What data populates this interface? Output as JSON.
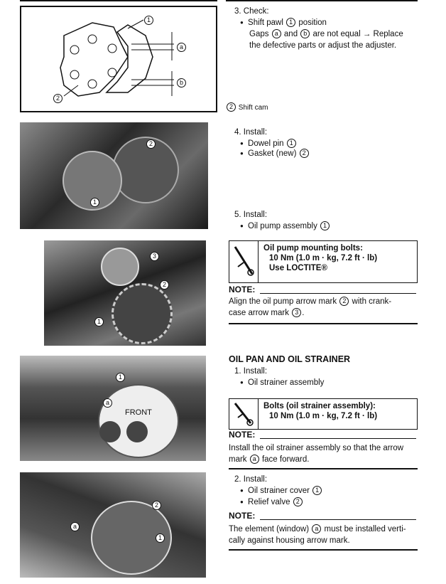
{
  "diagram": {
    "callouts": [
      "1",
      "2",
      "a",
      "b"
    ]
  },
  "step3": {
    "heading": "3. Check:",
    "bullet": "Shift pawl",
    "bullet_num": "1",
    "bullet_tail": "position",
    "para_1": "Gaps",
    "para_a": "a",
    "para_and": "and",
    "para_b": "b",
    "para_2": "are not equal → Replace",
    "para_3": "the defective parts or adjust the adjuster."
  },
  "caption": {
    "num": "2",
    "text": "Shift cam"
  },
  "step4": {
    "heading": "4. Install:",
    "item1": "Dowel pin",
    "item1_num": "1",
    "item2": "Gasket (new)",
    "item2_num": "2"
  },
  "step5": {
    "heading": "5. Install:",
    "item1": "Oil pump assembly",
    "item1_num": "1",
    "spec_line1": "Oil pump mounting bolts:",
    "spec_line2": "10 Nm (1.0 m · kg, 7.2 ft · lb)",
    "spec_line3": "Use LOCTITE®",
    "note_label": "NOTE:",
    "note_1": "Align the oil pump arrow mark",
    "note_num2": "2",
    "note_2": "with crank-",
    "note_3": "case arrow mark",
    "note_num3": "3",
    "note_end": "."
  },
  "oilpan": {
    "title": "OIL PAN AND OIL STRAINER",
    "heading": "1. Install:",
    "item1": "Oil strainer assembly",
    "spec_line1": "Bolts (oil strainer assembly):",
    "spec_line2": "10 Nm (1.0 m · kg, 7.2 ft · lb)",
    "note_label": "NOTE:",
    "note_1": "Install the oil strainer assembly so that the arrow",
    "note_2a": "mark",
    "note_a": "a",
    "note_2b": "face forward."
  },
  "step2": {
    "heading": "2. Install:",
    "item1": "Oil strainer cover",
    "item1_num": "1",
    "item2": "Relief valve",
    "item2_num": "2",
    "note_label": "NOTE:",
    "note_1a": "The element (window)",
    "note_a": "a",
    "note_1b": "must be installed verti-",
    "note_2": "cally against housing arrow mark."
  },
  "photos": {
    "p1": [
      "2",
      "1"
    ],
    "p2": [
      "3",
      "2",
      "1"
    ],
    "p3": [
      "1",
      "a",
      "FRONT"
    ],
    "p4": [
      "2",
      "a",
      "1"
    ]
  }
}
